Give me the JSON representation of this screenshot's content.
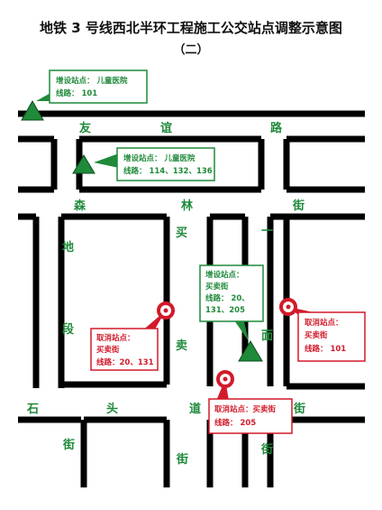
{
  "title": "地铁 3 号线西北半环工程施工公交站点调整示意图",
  "subtitle": "（二）",
  "colors": {
    "road_outline": "#000000",
    "road_label": "#1f8a3a",
    "added_stop": "#1f8a3a",
    "cancelled_stop": "#d21a2a"
  },
  "road_labels": {
    "youyi_1": "友",
    "youyi_2": "谊",
    "youyi_3": "路",
    "senlin_1": "森",
    "senlin_2": "林",
    "senlin_3": "街",
    "diduan_1": "地",
    "diduan_2": "段",
    "maimai_1": "买",
    "maimai_2": "卖",
    "yi": "一",
    "mian": "面",
    "shitou_1": "石",
    "shitou_2": "头",
    "shitou_3": "道",
    "shitou_4": "街",
    "jie_1": "街",
    "jie_2": "街",
    "jie_3": "街"
  },
  "callouts": {
    "add_101": {
      "line1": "增设站点：  儿童医院",
      "line2": "线路：  101"
    },
    "add_114": {
      "line1": "增设站点：  儿童医院",
      "line2": "线路：  114、132、136"
    },
    "add_maimai": {
      "line1": "增设站点：",
      "line2": "买卖街",
      "line3": "线路：  20、",
      "line4": "131、205"
    },
    "cancel_20": {
      "line1": "取消站点：",
      "line2": "买卖街",
      "line3": "线路：20、131"
    },
    "cancel_205": {
      "line1": "取消站点：买卖街",
      "line2": "线路：  205"
    },
    "cancel_101": {
      "line1": "取消站点：",
      "line2": "买卖街",
      "line3": "线路：  101"
    }
  },
  "icons": {
    "added_stop": "green-triangle-icon",
    "cancelled_stop": "red-circle-icon"
  }
}
